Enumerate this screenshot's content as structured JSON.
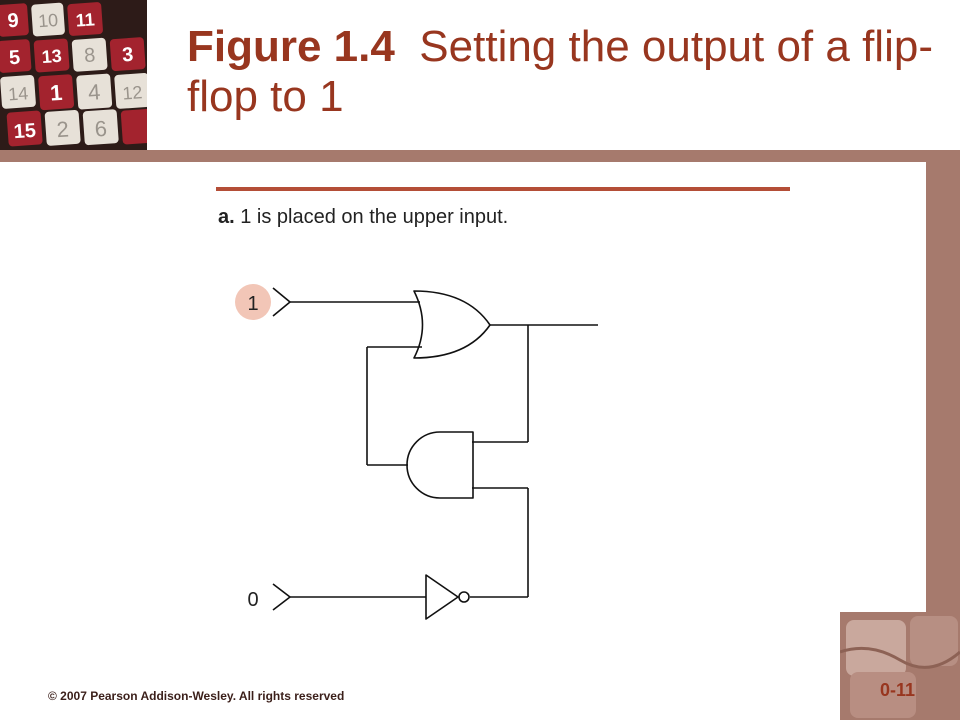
{
  "title": {
    "figure_number": "Figure 1.4",
    "text": "Setting the output of a flip-flop to 1"
  },
  "caption": {
    "label": "a.",
    "text": "1 is placed on the upper input."
  },
  "circuit": {
    "upper_input": "1",
    "lower_input": "0"
  },
  "logo_tiles": [
    "9",
    "10",
    "11",
    "5",
    "13",
    "8",
    "3",
    "14",
    "1",
    "4",
    "12",
    "15",
    "2",
    "6"
  ],
  "footer": {
    "copyright": "© 2007 Pearson Addison-Wesley. All rights reserved"
  },
  "slide_number": "0-11",
  "colors": {
    "title": "#98361f",
    "accent_band": "#a67a6d",
    "rule": "#b44e37",
    "input_highlight": "#f2c6b7"
  }
}
